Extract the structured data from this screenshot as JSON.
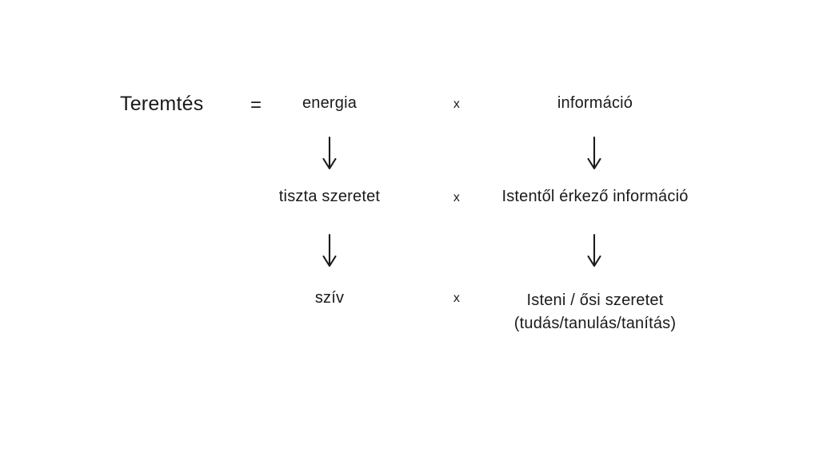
{
  "diagram": {
    "background_color": "#ffffff",
    "text_color": "#1a1a1a",
    "rows": [
      {
        "subject": "Teremtés",
        "equals": "=",
        "factor_a": "energia",
        "operator": "x",
        "factor_b": "információ"
      },
      {
        "factor_a": "tiszta szeretet",
        "operator": "x",
        "factor_b": "Istentől érkező információ"
      },
      {
        "factor_a": "szív",
        "operator": "x",
        "factor_b_line1": "Isteni / ősi szeretet",
        "factor_b_line2": "(tudás/tanulás/tanítás)"
      }
    ],
    "arrows": [
      {
        "name": "arrow-energia-to-tiszta-szeretet",
        "direction": "down"
      },
      {
        "name": "arrow-informacio-to-istentol-erkezo",
        "direction": "down"
      },
      {
        "name": "arrow-tiszta-szeretet-to-sziv",
        "direction": "down"
      },
      {
        "name": "arrow-istentol-erkezo-to-isteni-osi",
        "direction": "down"
      }
    ]
  }
}
